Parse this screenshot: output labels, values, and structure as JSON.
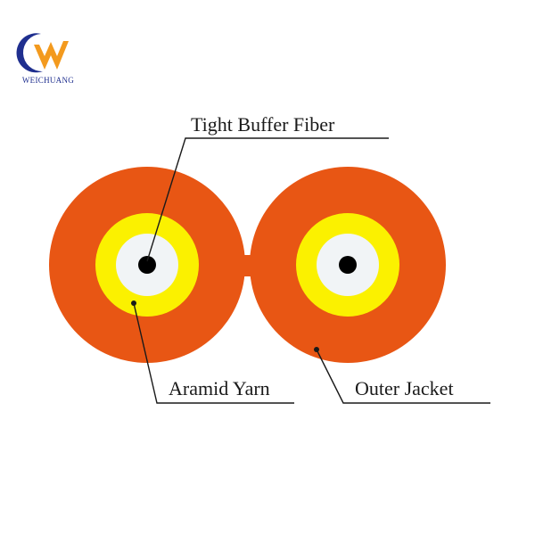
{
  "brand": {
    "name": "WEICHUANG",
    "color_primary": "#1f2f8f",
    "color_accent": "#f39a1e"
  },
  "diagram": {
    "labels": {
      "tight_buffer_fiber": "Tight Buffer Fiber",
      "aramid_yarn": "Aramid Yarn",
      "outer_jacket": "Outer Jacket"
    },
    "colors": {
      "outer_jacket": "#e85614",
      "aramid_yarn": "#fbf100",
      "tight_buffer": "#f1f4f6",
      "fiber_core": "#000000",
      "leader_line": "#1a1a1a"
    }
  }
}
